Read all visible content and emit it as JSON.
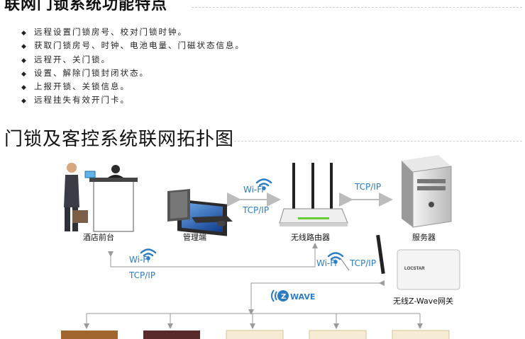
{
  "section1": {
    "title": "联网门锁系统功能特点",
    "features": [
      "远程设置门锁房号、校对门锁时钟。",
      "获取门锁房号、时钟、电池电量、门磁状态信息。",
      "远程开、关门锁。",
      "设置、解除门锁封闭状态。",
      "上报开锁、关锁信息。",
      "远程挂失有效开门卡。"
    ],
    "bullet_symbol": "◆"
  },
  "section2": {
    "title": "门锁及客控系统联网拓扑图"
  },
  "diagram": {
    "nodes": {
      "front_desk": "酒店前台",
      "management": "管理端",
      "router": "无线路由器",
      "server": "服务器",
      "gateway": "无线Z-Wave网关"
    },
    "links": {
      "mgmt_router_wifi": "Wi-Fi",
      "mgmt_router_tcp": "TCP/IP",
      "router_server_tcp": "TCP/IP",
      "desk_router_wifi": "Wi-Fi",
      "desk_router_tcp": "TCP/IP",
      "router_gateway_wifi": "Wi-Fi",
      "router_gateway_tcp": "TCP/IP"
    },
    "zwave_logo": "WAVE",
    "gateway_brand": "LOCSTAR",
    "colors": {
      "link_text": "#2a7dc4",
      "line": "#9a9a9a",
      "arrow": "#b5b5b5"
    }
  }
}
